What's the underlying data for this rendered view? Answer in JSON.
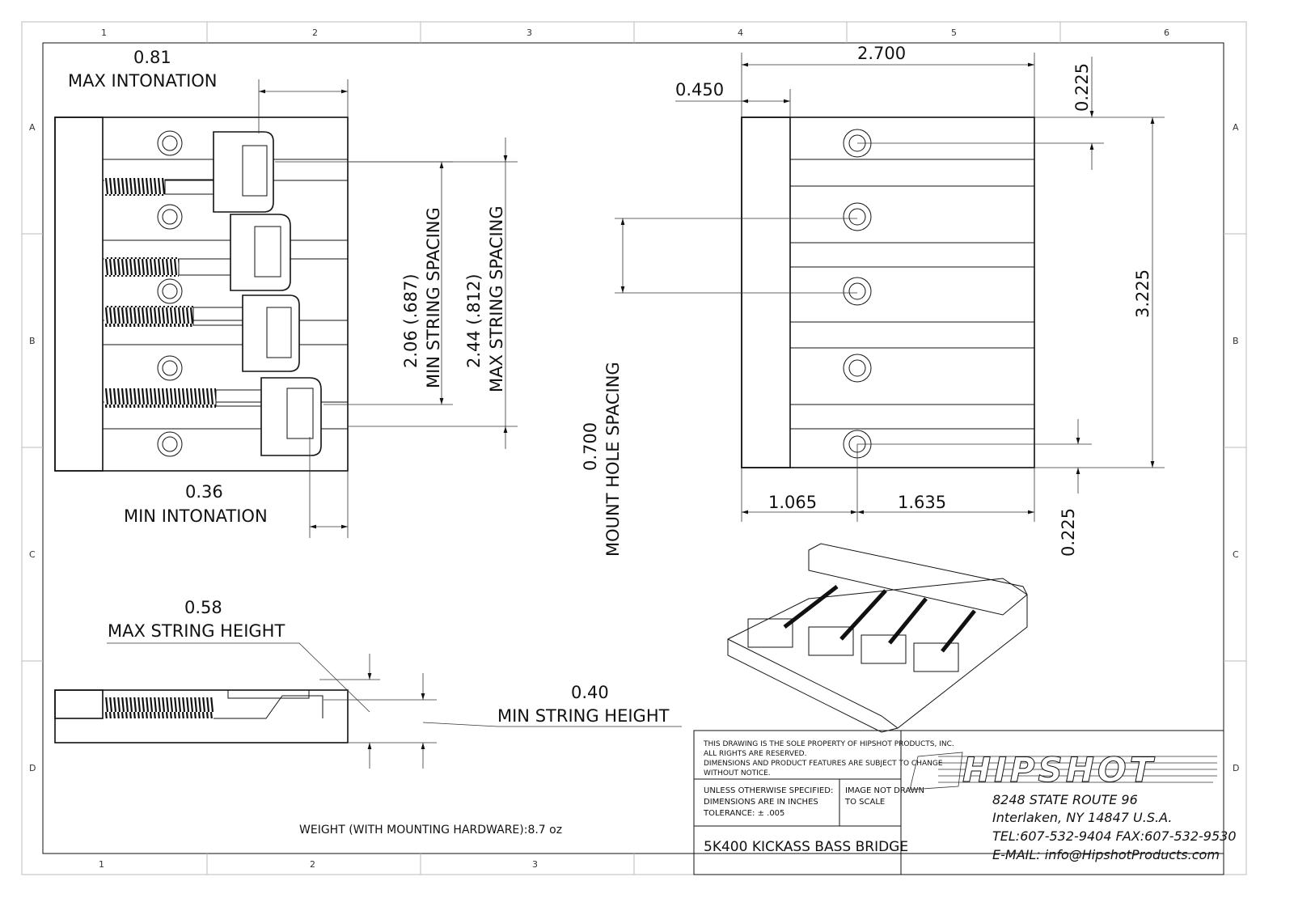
{
  "zones": {
    "columns_top": [
      "1",
      "2",
      "3",
      "4",
      "5",
      "6"
    ],
    "columns_bottom": [
      "1",
      "2",
      "3"
    ],
    "rows": [
      "A",
      "B",
      "C",
      "D"
    ]
  },
  "top_view": {
    "max_intonation_value": "0.81",
    "max_intonation_label": "MAX INTONATION",
    "min_intonation_value": "0.36",
    "min_intonation_label": "MIN INTONATION",
    "min_string_spacing_value": "2.06 (.687)",
    "min_string_spacing_label": "MIN STRING SPACING",
    "max_string_spacing_value": "2.44 (.812)",
    "max_string_spacing_label": "MAX STRING SPACING"
  },
  "mount_view": {
    "width": "2.700",
    "left_offset": "0.450",
    "top_offset": "0.225",
    "height": "3.225",
    "bottom_offset": "0.225",
    "hole_x_left": "1.065",
    "hole_x_right": "1.635",
    "mount_spacing_value": "0.700",
    "mount_spacing_label": "MOUNT HOLE SPACING"
  },
  "side_view": {
    "max_height_value": "0.58",
    "max_height_label": "MAX STRING HEIGHT",
    "min_height_value": "0.40",
    "min_height_label": "MIN STRING HEIGHT"
  },
  "weight_note": "WEIGHT (WITH MOUNTING HARDWARE):8.7 oz",
  "title_block": {
    "property_lines": [
      "THIS DRAWING IS THE SOLE PROPERTY OF HIPSHOT PRODUCTS, INC.",
      "ALL RIGHTS ARE RESERVED.",
      "DIMENSIONS AND PRODUCT FEATURES ARE SUBJECT TO CHANGE",
      "WITHOUT NOTICE."
    ],
    "spec_lines": [
      "UNLESS OTHERWISE SPECIFIED:",
      "DIMENSIONS ARE IN INCHES",
      "TOLERANCE: ± .005"
    ],
    "scale_lines": [
      "IMAGE NOT DRAWN",
      "TO SCALE"
    ],
    "part_name": "5K400 KICKASS BASS BRIDGE",
    "logo_text": "HIPSHOT",
    "address_lines": [
      "8248 STATE ROUTE 96",
      "Interlaken, NY 14847 U.S.A.",
      "TEL:607-532-9404 FAX:607-532-9530",
      "E-MAIL: info@HipshotProducts.com"
    ]
  }
}
